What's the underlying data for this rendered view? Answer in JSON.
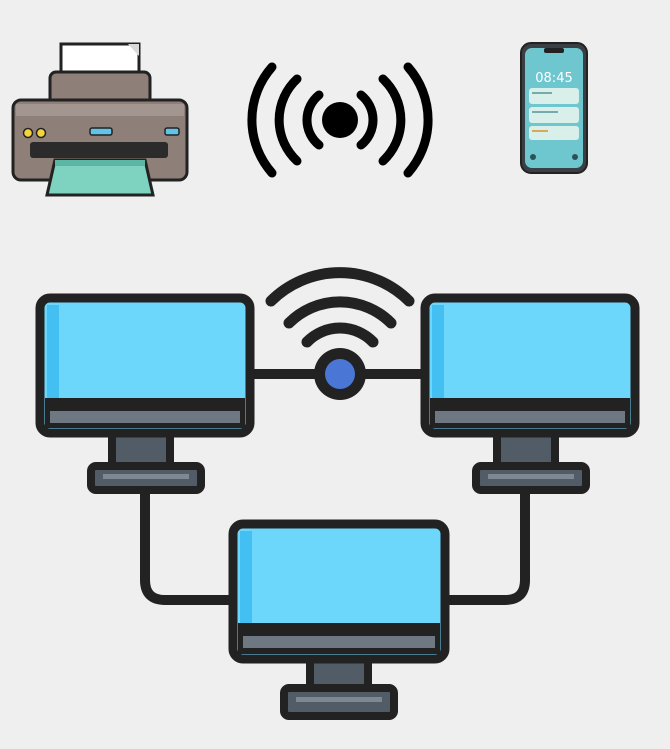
{
  "diagram": {
    "top_row": {
      "printer": {
        "icon": "printer-icon"
      },
      "broadcast": {
        "icon": "wireless-broadcast-icon"
      },
      "phone": {
        "icon": "smartphone-icon",
        "time": "08:45"
      }
    },
    "network": {
      "hub": {
        "icon": "wifi-icon"
      },
      "computers": [
        {
          "icon": "monitor-icon",
          "position": "left"
        },
        {
          "icon": "monitor-icon",
          "position": "right"
        },
        {
          "icon": "monitor-icon",
          "position": "bottom"
        }
      ]
    },
    "colors": {
      "background": "#efefef",
      "outline": "#222222",
      "screen": "#6dd6fb",
      "screen_edge": "#44bff1",
      "hub_dot": "#4a76d6",
      "printer_body": "#8e7f78",
      "printer_tray": "#7ed3c0",
      "phone_screen": "#6ec7cf"
    }
  }
}
